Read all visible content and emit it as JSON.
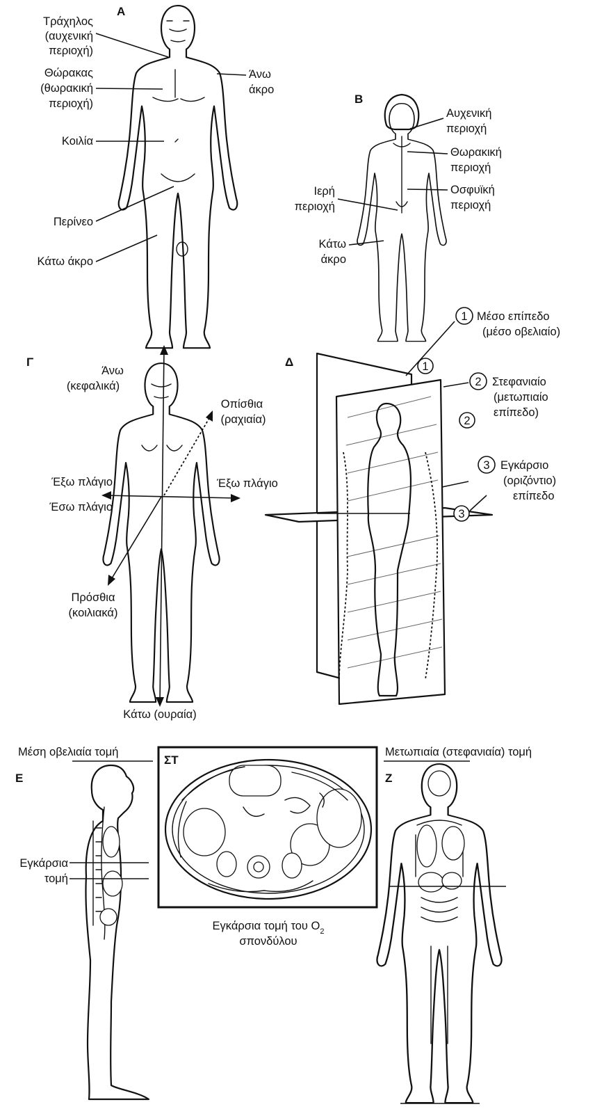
{
  "panels": {
    "A": {
      "letter": "A",
      "labels": {
        "neck": [
          "Τράχηλος",
          "(αυχενική",
          "περιοχή)"
        ],
        "thorax": [
          "Θώρακας",
          "(θωρακική",
          "περιοχή)"
        ],
        "upper_limb": [
          "Άνω",
          "άκρο"
        ],
        "abdomen": "Κοιλία",
        "perineum": "Περίνεο",
        "lower_limb": "Κάτω άκρο"
      }
    },
    "B": {
      "letter": "B",
      "labels": {
        "cervical": [
          "Αυχενική",
          "περιοχή"
        ],
        "thoracic": [
          "Θωρακική",
          "περιοχή"
        ],
        "lumbar": [
          "Οσφυϊκή",
          "περιοχή"
        ],
        "sacral": [
          "Ιερή",
          "περιοχή"
        ],
        "lower_limb": [
          "Κάτω",
          "άκρο"
        ]
      }
    },
    "G": {
      "letter": "Γ",
      "labels": {
        "superior": [
          "Άνω",
          "(κεφαλικά)"
        ],
        "posterior": [
          "Οπίσθια",
          "(ραχιαία)"
        ],
        "lateral_left": "Έξω πλάγιο",
        "lateral_right": "Έξω πλάγιο",
        "medial": "Έσω πλάγιο",
        "anterior": [
          "Πρόσθια",
          "(κοιλιακά)"
        ],
        "inferior": "Κάτω (ουραία)"
      }
    },
    "D": {
      "letter": "Δ",
      "plane_numbers": [
        "1",
        "2",
        "3"
      ],
      "labels": {
        "median": [
          "Μέσο επίπεδο",
          "(μέσο οβελιαίο)"
        ],
        "coronal": [
          "Στεφανιαίο",
          "(μετωπιαίο",
          "επίπεδο)"
        ],
        "transverse": [
          "Εγκάρσιο",
          "(οριζόντιο)",
          "επίπεδο"
        ]
      }
    },
    "E": {
      "letter": "Ε",
      "title": "Μέση οβελιαία τομή",
      "labels": {
        "transverse_section": [
          "Εγκάρσια",
          "τομή"
        ]
      }
    },
    "ST": {
      "letter": "ΣΤ",
      "caption_line1_prefix": "Εγκάρσια τομή του O",
      "caption_line1_subscript": "2",
      "caption_line2": "σπονδύλου"
    },
    "Z": {
      "letter": "Ζ",
      "title": "Μετωπιαία (στεφανιαία) τομή"
    }
  },
  "colors": {
    "ink": "#111111",
    "background": "#ffffff",
    "hatch": "#666666"
  }
}
